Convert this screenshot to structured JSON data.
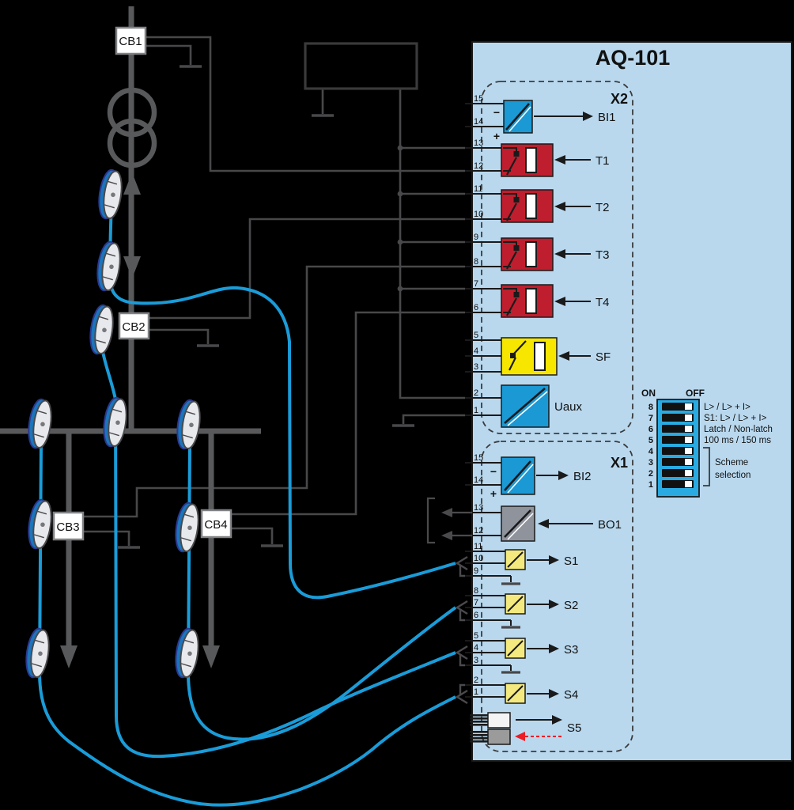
{
  "panel": {
    "title": "AQ-101",
    "x2": {
      "label": "X2",
      "terminals": [
        "15",
        "14",
        "13",
        "12",
        "11",
        "10",
        "9",
        "8",
        "7",
        "6",
        "5",
        "4",
        "3",
        "2",
        "1"
      ],
      "bi1": {
        "label": "BI1",
        "minus": "−",
        "plus": "+"
      },
      "t1": "T1",
      "t2": "T2",
      "t3": "T3",
      "t4": "T4",
      "sf": "SF",
      "uaux": "Uaux"
    },
    "x1": {
      "label": "X1",
      "terminals": [
        "15",
        "14",
        "13",
        "12",
        "11",
        "10",
        "9",
        "8",
        "7",
        "6",
        "5",
        "4",
        "3",
        "2",
        "1"
      ],
      "bi2": {
        "label": "BI2",
        "minus": "−",
        "plus": "+"
      },
      "bo1": "BO1",
      "s1": "S1",
      "s2": "S2",
      "s3": "S3",
      "s4": "S4",
      "s5": "S5"
    },
    "dip": {
      "on": "ON",
      "off": "OFF",
      "rows": [
        "8",
        "7",
        "6",
        "5",
        "4",
        "3",
        "2",
        "1"
      ],
      "labels": [
        "L> / L> + I>",
        "S1: L> / L> + I>",
        "Latch / Non-latch",
        "100 ms / 150 ms"
      ],
      "bracket_label": [
        "Scheme",
        "selection"
      ]
    }
  },
  "breakers": {
    "cb1": "CB1",
    "cb2": "CB2",
    "cb3": "CB3",
    "cb4": "CB4"
  },
  "colors": {
    "panel_bg": "#b9d8ee",
    "dip_blue": "#29abe2",
    "box_blue": "#1b99d5",
    "box_red": "#bf1e2e",
    "box_yellow_bright": "#f6e600",
    "box_yellow_pale": "#f3e97e",
    "box_grey": "#8e939c",
    "wire_grey": "#48484a",
    "feeder_grey": "#58595b",
    "sensor_cable_blue": "#1a9cd8",
    "sensor_ring_blue": "#1b75bb",
    "red_arrow": "#ed1c24"
  }
}
